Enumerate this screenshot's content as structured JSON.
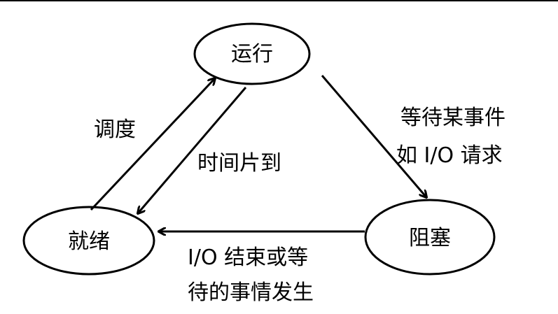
{
  "states": {
    "running": "运行",
    "ready": "就绪",
    "blocked": "阻塞"
  },
  "transitions": {
    "dispatch": "调度",
    "timeout": "时间片到",
    "wait_line1": "等待某事件",
    "wait_line2": "如 I/O 请求",
    "wake_line1": "I/O 结束或等",
    "wake_line2": "待的事情发生"
  },
  "colors": {
    "stroke": "#000000",
    "text": "#000000",
    "background": "#ffffff"
  }
}
